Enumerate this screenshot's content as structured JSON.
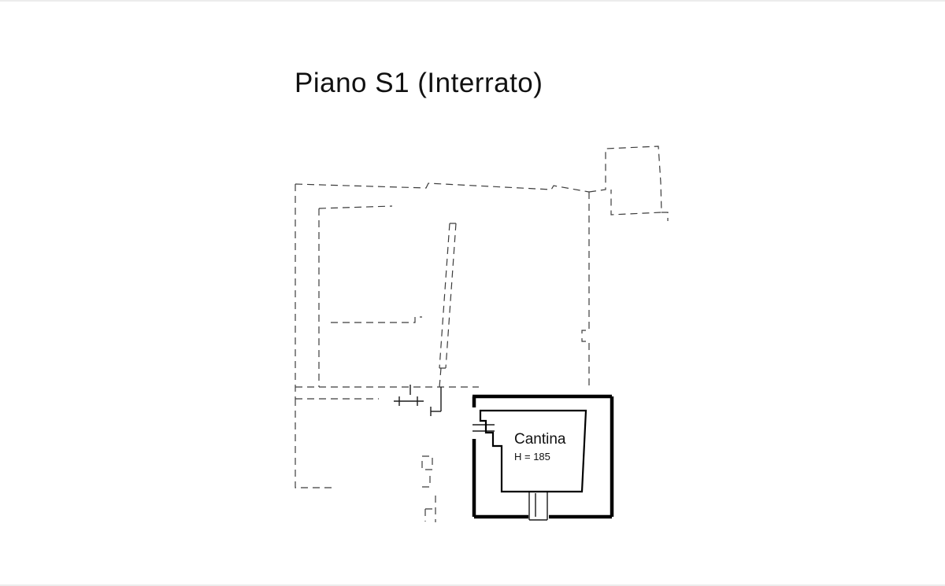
{
  "plan": {
    "title": "Piano S1 (Interrato)",
    "room": {
      "name": "Cantina",
      "height_label": "H = 185"
    },
    "colors": {
      "line": "#1a1a1a",
      "dashed": "#3c3c3c",
      "wall": "#000000",
      "text": "#111111"
    }
  }
}
